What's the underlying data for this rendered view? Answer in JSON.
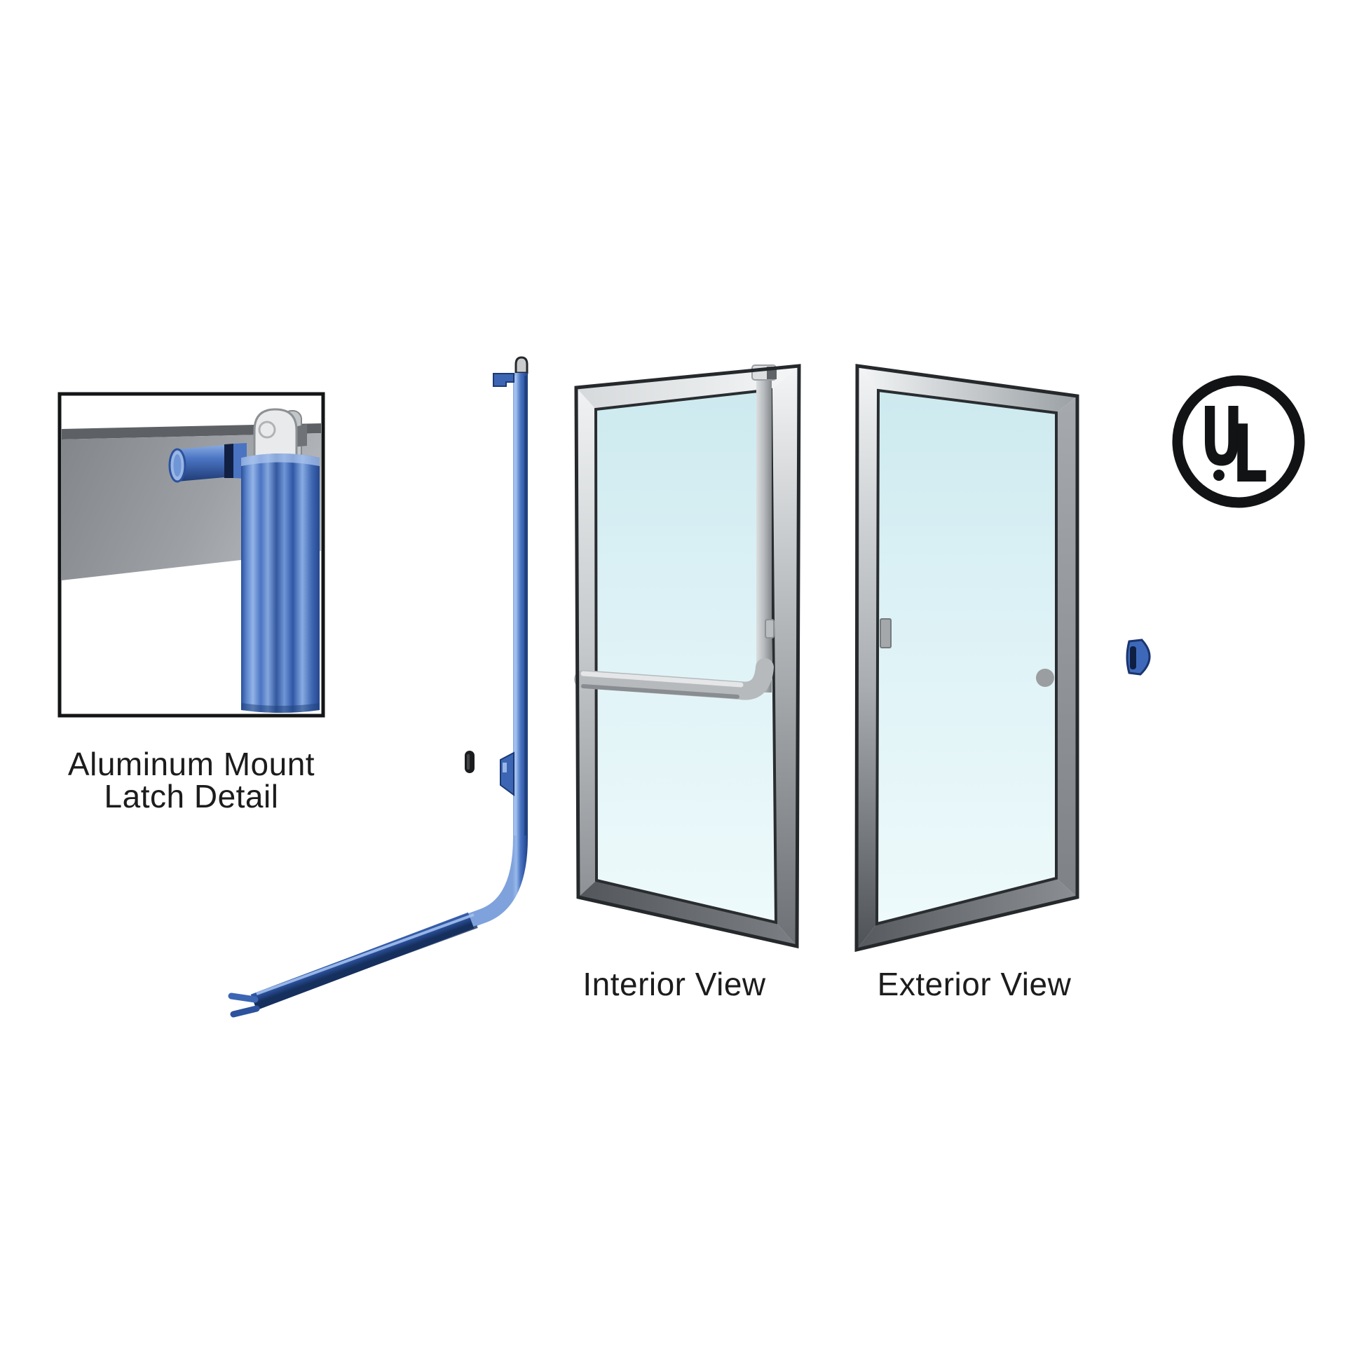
{
  "inset": {
    "caption_line1": "Aluminum Mount",
    "caption_line2": "Latch Detail"
  },
  "views": {
    "interior_label": "Interior View",
    "exterior_label": "Exterior View"
  },
  "ul_logo": {
    "letter_u": "U",
    "letter_l": "L"
  },
  "colors": {
    "page_bg": "#ffffff",
    "text": "#1c1c1c",
    "accent_blue": "#4a74c2",
    "accent_blue_dark": "#1d3f7a",
    "accent_blue_light": "#9ab6e4",
    "frame_gray": "#9a9ea2",
    "frame_gray_dark": "#54585c",
    "frame_gray_light": "#e8eaec",
    "glass_cyan_top": "#cdeaef",
    "glass_cyan_bottom": "#eefafb",
    "outline_dark": "#26292c",
    "logo_black": "#111315"
  }
}
